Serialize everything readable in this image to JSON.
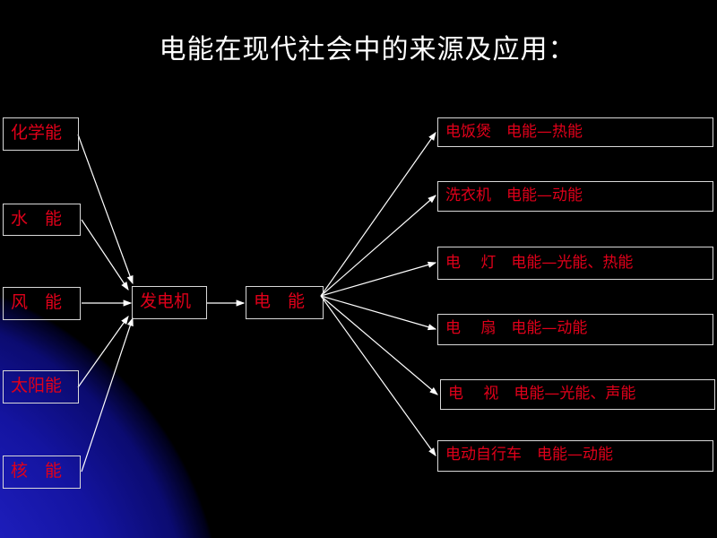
{
  "title": "电能在现代社会中的来源及应用：",
  "sources": [
    "化学能",
    "水　能",
    "风　能",
    "太阳能",
    "核　能"
  ],
  "generator": "发电机",
  "electric_energy": "电　能",
  "applications": [
    "电饭煲　电能—热能",
    "洗衣机　电能—动能",
    "电　 灯　电能—光能、热能",
    "电　 扇　电能—动能",
    "电　 视　电能—光能、声能",
    "电动自行车　电能—动能"
  ],
  "colors": {
    "text": "#e0001a",
    "title": "#ffffff",
    "background": "#000000",
    "accent": "#1a1ab0"
  }
}
